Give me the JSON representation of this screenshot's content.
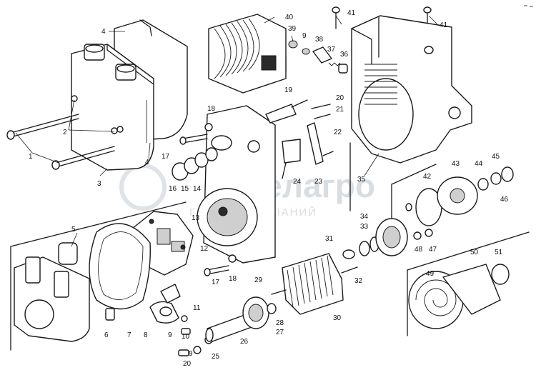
{
  "watermark": {
    "brand": "Фелагро",
    "tagline": "ГРУППА КОМПАНИЙ"
  },
  "callouts": [
    {
      "id": "c1",
      "text": "1"
    },
    {
      "id": "c2",
      "text": "2"
    },
    {
      "id": "c3",
      "text": "3"
    },
    {
      "id": "c4a",
      "text": "4"
    },
    {
      "id": "c4b",
      "text": "4"
    },
    {
      "id": "c5",
      "text": "5"
    },
    {
      "id": "c6",
      "text": "6"
    },
    {
      "id": "c7",
      "text": "7"
    },
    {
      "id": "c8",
      "text": "8"
    },
    {
      "id": "c9a",
      "text": "9"
    },
    {
      "id": "c9b",
      "text": "9"
    },
    {
      "id": "c9c",
      "text": "9"
    },
    {
      "id": "c10",
      "text": "10"
    },
    {
      "id": "c11",
      "text": "11"
    },
    {
      "id": "c12",
      "text": "12"
    },
    {
      "id": "c13",
      "text": "13"
    },
    {
      "id": "c14",
      "text": "14"
    },
    {
      "id": "c15",
      "text": "15"
    },
    {
      "id": "c16",
      "text": "16"
    },
    {
      "id": "c17a",
      "text": "17"
    },
    {
      "id": "c17b",
      "text": "17"
    },
    {
      "id": "c18a",
      "text": "18"
    },
    {
      "id": "c18b",
      "text": "18"
    },
    {
      "id": "c19",
      "text": "19"
    },
    {
      "id": "c20a",
      "text": "20"
    },
    {
      "id": "c20b",
      "text": "20"
    },
    {
      "id": "c21",
      "text": "21"
    },
    {
      "id": "c22",
      "text": "22"
    },
    {
      "id": "c23",
      "text": "23"
    },
    {
      "id": "c24",
      "text": "24"
    },
    {
      "id": "c25",
      "text": "25"
    },
    {
      "id": "c26",
      "text": "26"
    },
    {
      "id": "c27",
      "text": "27"
    },
    {
      "id": "c28",
      "text": "28"
    },
    {
      "id": "c29",
      "text": "29"
    },
    {
      "id": "c30",
      "text": "30"
    },
    {
      "id": "c31",
      "text": "31"
    },
    {
      "id": "c32",
      "text": "32"
    },
    {
      "id": "c33",
      "text": "33"
    },
    {
      "id": "c34",
      "text": "34"
    },
    {
      "id": "c35",
      "text": "35"
    },
    {
      "id": "c36",
      "text": "36"
    },
    {
      "id": "c37",
      "text": "37"
    },
    {
      "id": "c38",
      "text": "38"
    },
    {
      "id": "c39",
      "text": "39"
    },
    {
      "id": "c40",
      "text": "40"
    },
    {
      "id": "c41a",
      "text": "41"
    },
    {
      "id": "c41b",
      "text": "41"
    },
    {
      "id": "c42",
      "text": "42"
    },
    {
      "id": "c43",
      "text": "43"
    },
    {
      "id": "c44",
      "text": "44"
    },
    {
      "id": "c45",
      "text": "45"
    },
    {
      "id": "c46",
      "text": "46"
    },
    {
      "id": "c47",
      "text": "47"
    },
    {
      "id": "c48",
      "text": "48"
    },
    {
      "id": "c49",
      "text": "49"
    },
    {
      "id": "c50",
      "text": "50"
    },
    {
      "id": "c51",
      "text": "51"
    }
  ]
}
